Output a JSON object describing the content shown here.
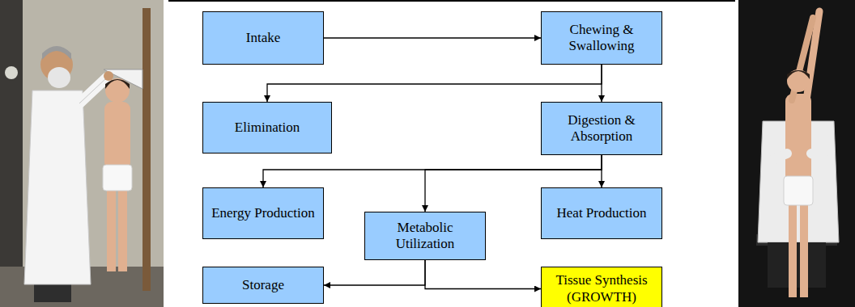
{
  "diagram": {
    "nodes": [
      {
        "text": [
          "Intake"
        ]
      },
      {
        "text": [
          "Chewing & Swallowing"
        ]
      },
      {
        "text": [
          "Elimination"
        ]
      },
      {
        "text": [
          "Digestion & Absorption"
        ]
      },
      {
        "text": [
          "Energy Production"
        ]
      },
      {
        "text": [
          "Metabolic Utilization"
        ]
      },
      {
        "text": [
          "Heat Production"
        ]
      },
      {
        "text": [
          "Storage"
        ]
      },
      {
        "text": [
          "Tissue Synthesis (GROWTH)"
        ]
      }
    ],
    "edges": [
      {
        "from": 0,
        "to": 1,
        "arrow": "to"
      },
      {
        "from": 1,
        "to": 2,
        "arrow": "to"
      },
      {
        "from": 1,
        "to": 3,
        "arrow": "to"
      },
      {
        "from": 3,
        "to": 4,
        "arrow": "to"
      },
      {
        "from": 3,
        "to": 5,
        "arrow": "to"
      },
      {
        "from": 3,
        "to": 6,
        "arrow": "to"
      },
      {
        "from": 5,
        "to": 7,
        "arrow": "to"
      },
      {
        "from": 5,
        "to": 8,
        "arrow": "to"
      }
    ]
  }
}
